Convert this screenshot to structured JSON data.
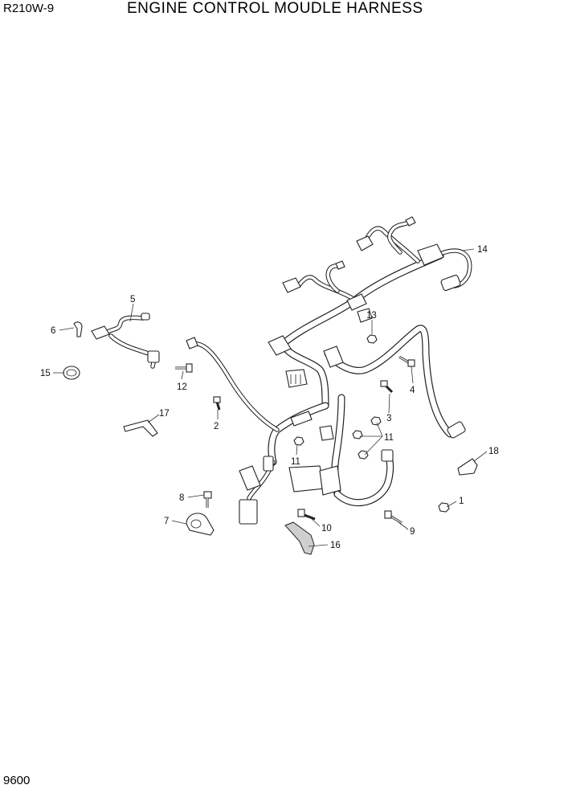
{
  "header": {
    "model": "R210W-9",
    "title": "ENGINE CONTROL MOUDLE HARNESS"
  },
  "footer": {
    "page_number": "9600"
  },
  "callouts": {
    "c1": "1",
    "c2": "2",
    "c3": "3",
    "c4": "4",
    "c5": "5",
    "c6": "6",
    "c7": "7",
    "c8": "8",
    "c9": "9",
    "c10": "10",
    "c11a": "11",
    "c11b": "11",
    "c12": "12",
    "c13": "13",
    "c14": "14",
    "c15": "15",
    "c16": "16",
    "c17": "17",
    "c18": "18"
  }
}
